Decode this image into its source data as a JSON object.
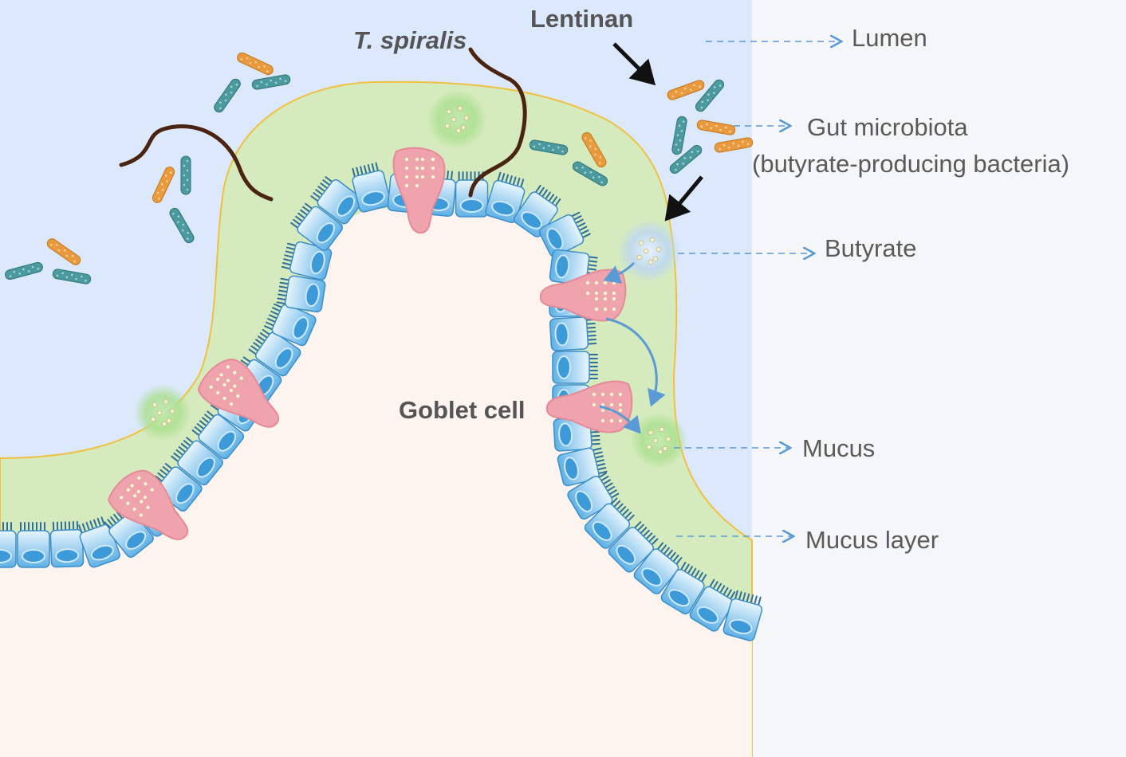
{
  "labels": {
    "lentinan": "Lentinan",
    "t_spiralis": "T. spiralis",
    "goblet_cell": "Goblet cell",
    "lumen": "Lumen",
    "gut_microbiota": "Gut microbiota",
    "gut_microbiota_sub": "(butyrate-producing bacteria)",
    "butyrate": "Butyrate",
    "mucus": "Mucus",
    "mucus_layer": "Mucus layer"
  },
  "colors": {
    "lumen": "#dce8fb",
    "mucus_layer": "#d6ebbd",
    "mucus_outline": "#f0c040",
    "tissue": "#fdf4f0",
    "side_panel": "#f5f6f8",
    "enterocyte": "#6ab8e8",
    "goblet": "#eea3ad",
    "dashed_arrow": "#5b9bd5",
    "worm": "#4a2410",
    "bacteria_orange": "#e89a3c",
    "bacteria_teal": "#4a9aa0"
  }
}
